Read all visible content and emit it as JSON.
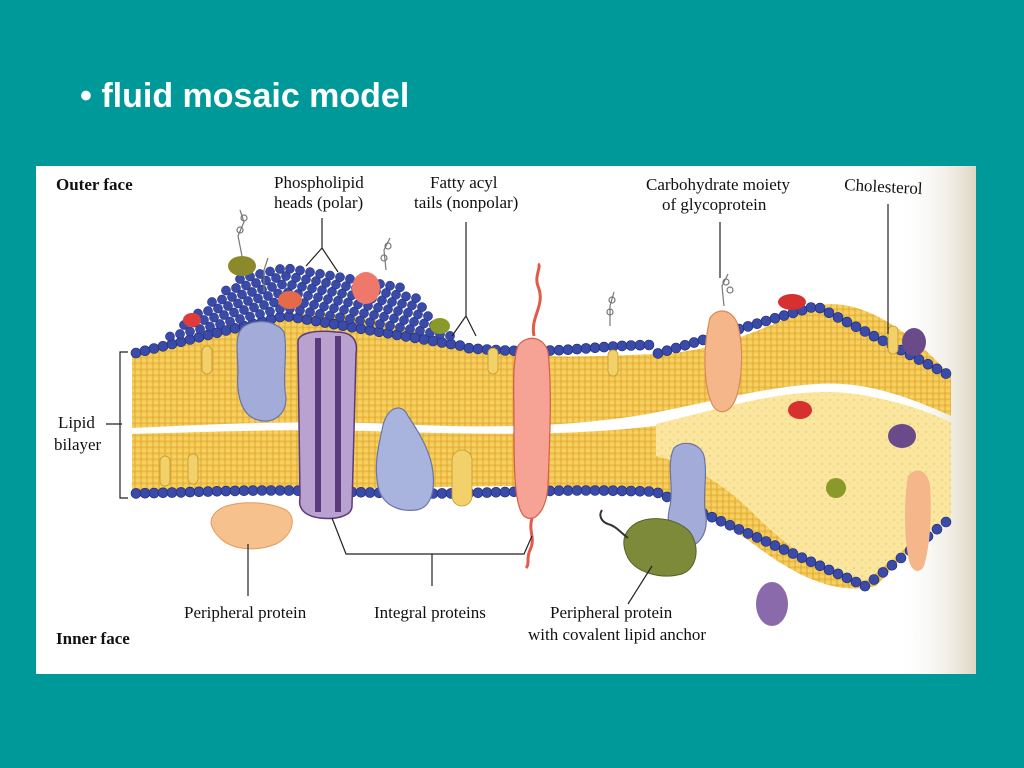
{
  "slide": {
    "title": "• fluid mosaic model",
    "background_color": "#009999",
    "title_color": "#ffffff"
  },
  "figure": {
    "labels": {
      "outer_face": "Outer face",
      "inner_face": "Inner face",
      "phospholipid_line1": "Phospholipid",
      "phospholipid_line2": "heads (polar)",
      "fatty_line1": "Fatty acyl",
      "fatty_line2": "tails (nonpolar)",
      "carb_line1": "Carbohydrate  moiety",
      "carb_line2": "of  glycoprotein",
      "cholesterol": "Cholesterol",
      "lipid_line1": "Lipid",
      "lipid_line2": "bilayer",
      "peripheral_protein": "Peripheral protein",
      "integral_proteins": "Integral proteins",
      "peripheral_anchor_line1": "Peripheral protein",
      "peripheral_anchor_line2": "with covalent lipid anchor"
    },
    "colors": {
      "heads": "#3a4aa8",
      "tails": "#f0c24a",
      "tails_dark": "#d9a52a",
      "core": "#fbe9a6",
      "protein_lavender": "#9aa6d6",
      "protein_purple": "#6b4a8a",
      "protein_pink": "#f08a7a",
      "protein_orange": "#f5b27a",
      "protein_green": "#6a7a2a"
    },
    "icons": [
      "carbohydrate-chain-icon",
      "lipid-anchor-icon"
    ]
  }
}
